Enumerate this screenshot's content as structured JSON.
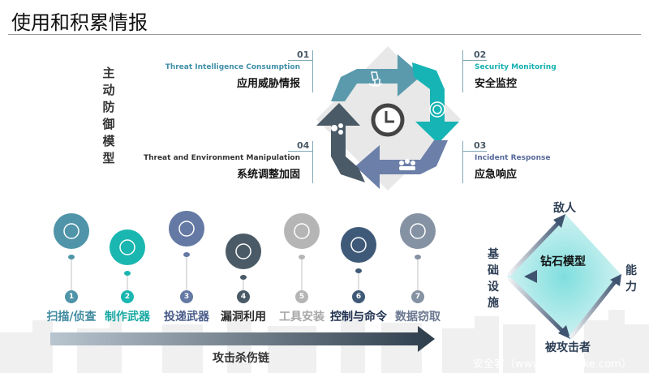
{
  "title": "使用和积累情报",
  "active_defense": {
    "label": "主动防御模型",
    "steps": [
      {
        "num": "01",
        "en": "Threat Intelligence Consumption",
        "zh": "应用威胁情报",
        "color": "#3f8fa8"
      },
      {
        "num": "02",
        "en": "Security Monitoring",
        "zh": "安全监控",
        "color": "#16b0b0"
      },
      {
        "num": "03",
        "en": "Incident Response",
        "zh": "应急响应",
        "color": "#56699a"
      },
      {
        "num": "04",
        "en": "Threat and Environment Manipulation",
        "zh": "系统调整加固",
        "color": "#333333"
      }
    ]
  },
  "kill_chain": {
    "label": "攻击杀伤链",
    "steps": [
      {
        "num": "1",
        "label": "扫描/侦查",
        "icon": "radar-icon",
        "color": "#4f94a8",
        "text_color": "#3f8aa0"
      },
      {
        "num": "2",
        "label": "制作武器",
        "icon": "rifle-icon",
        "color": "#1ab6b0",
        "text_color": "#16a8a2"
      },
      {
        "num": "3",
        "label": "投递武器",
        "icon": "cloud-transfer-icon",
        "color": "#6479a3",
        "text_color": "#4a5c8a"
      },
      {
        "num": "4",
        "label": "漏洞利用",
        "icon": "bug-icon",
        "color": "#4a5a66",
        "text_color": "#2b2b2b"
      },
      {
        "num": "5",
        "label": "工具安装",
        "icon": "rocking-horse-icon",
        "color": "#b5b5b5",
        "text_color": "#a8a8a8"
      },
      {
        "num": "6",
        "label": "控制与命令",
        "icon": "masked-hacker-icon",
        "color": "#3f5a78",
        "text_color": "#1f3050"
      },
      {
        "num": "7",
        "label": "数据窃取",
        "icon": "database-icon",
        "color": "#8592a3",
        "text_color": "#6a7890"
      }
    ]
  },
  "diamond": {
    "center": "钻石模型",
    "top": "敌人",
    "right": "能力",
    "bottom": "被攻击者",
    "left": "基础设施"
  },
  "watermark": "安全客（www.anquanke.com）"
}
